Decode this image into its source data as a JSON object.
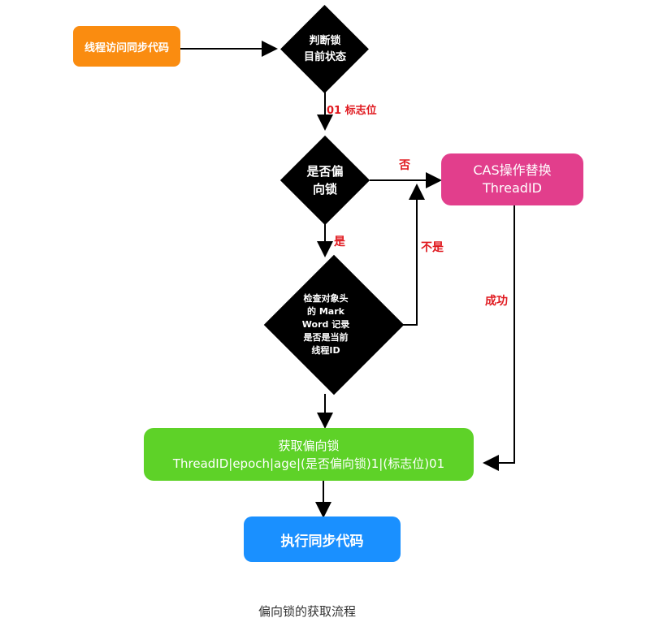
{
  "nodes": {
    "start": "线程访问同步代码",
    "check_state": [
      "判断锁",
      "目前状态"
    ],
    "is_biased": [
      "是否偏",
      "向锁"
    ],
    "cas": [
      "CAS操作替换",
      "ThreadID"
    ],
    "check_thread": [
      "检查对象头",
      "的 Mark",
      "Word 记录",
      "是否是当前",
      "线程ID"
    ],
    "acquire": [
      "获取偏向锁",
      "ThreadID|epoch|age|(是否偏向锁)1|(标志位)01"
    ],
    "execute": "执行同步代码"
  },
  "edges": {
    "flag_01": "01 标志位",
    "no": "否",
    "yes": "是",
    "not_match": "不是",
    "success": "成功"
  },
  "caption": "偏向锁的获取流程",
  "colors": {
    "start": "#fa8c10",
    "cas": "#e23e8c",
    "acquire": "#5ed228",
    "execute": "#1a90ff",
    "edge_label": "#e0191f",
    "diamond": "#000000"
  }
}
